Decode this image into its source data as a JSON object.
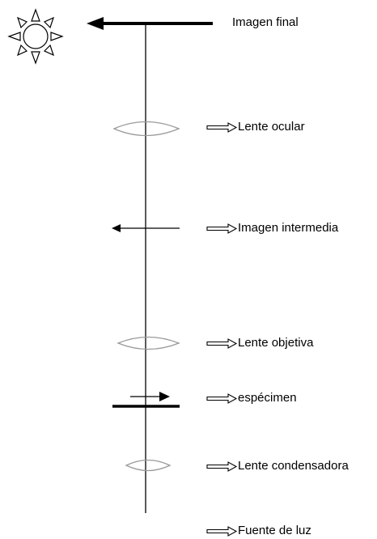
{
  "labels": {
    "final_image": "Imagen final",
    "eyepiece": "Lente ocular",
    "intermediate_image": "Imagen intermedia",
    "objective": "Lente objetiva",
    "specimen": "espécimen",
    "condenser": "Lente condensadora",
    "light_source": "Fuente de luz"
  },
  "icons": {
    "light": "sun-icon",
    "pointer": "hollow-right-arrow-icon"
  },
  "colors": {
    "ink": "#000000",
    "lens_stroke": "#9a9a9a",
    "background": "#ffffff"
  }
}
